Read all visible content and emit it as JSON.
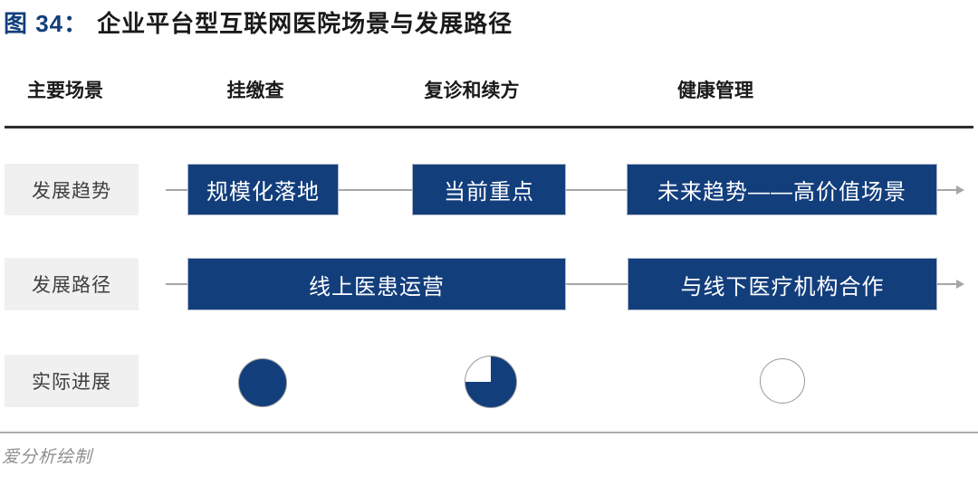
{
  "title": {
    "figure_label": "图 34：",
    "title_text": "企业平台型互联网医院场景与发展路径"
  },
  "header": {
    "row_header": "主要场景",
    "columns": [
      "挂缴查",
      "复诊和续方",
      "健康管理"
    ]
  },
  "trend_row": {
    "label": "发展趋势",
    "boxes": [
      "规模化落地",
      "当前重点",
      "未来趋势——高价值场景"
    ]
  },
  "path_row": {
    "label": "发展路径",
    "boxes": [
      "线上医患运营",
      "与线下医疗机构合作"
    ]
  },
  "progress_row": {
    "label": "实际进展",
    "values": [
      1,
      0.75,
      0
    ],
    "value_names": [
      "full",
      "three-quarters",
      "empty"
    ]
  },
  "footer": {
    "credit": "爱分析绘制"
  },
  "colors": {
    "navy": "#123e7c",
    "accent": "#123e7c",
    "label_bg": "#f0f0f0",
    "line": "#a6a6a6",
    "header_rule": "#2e2e2e"
  }
}
